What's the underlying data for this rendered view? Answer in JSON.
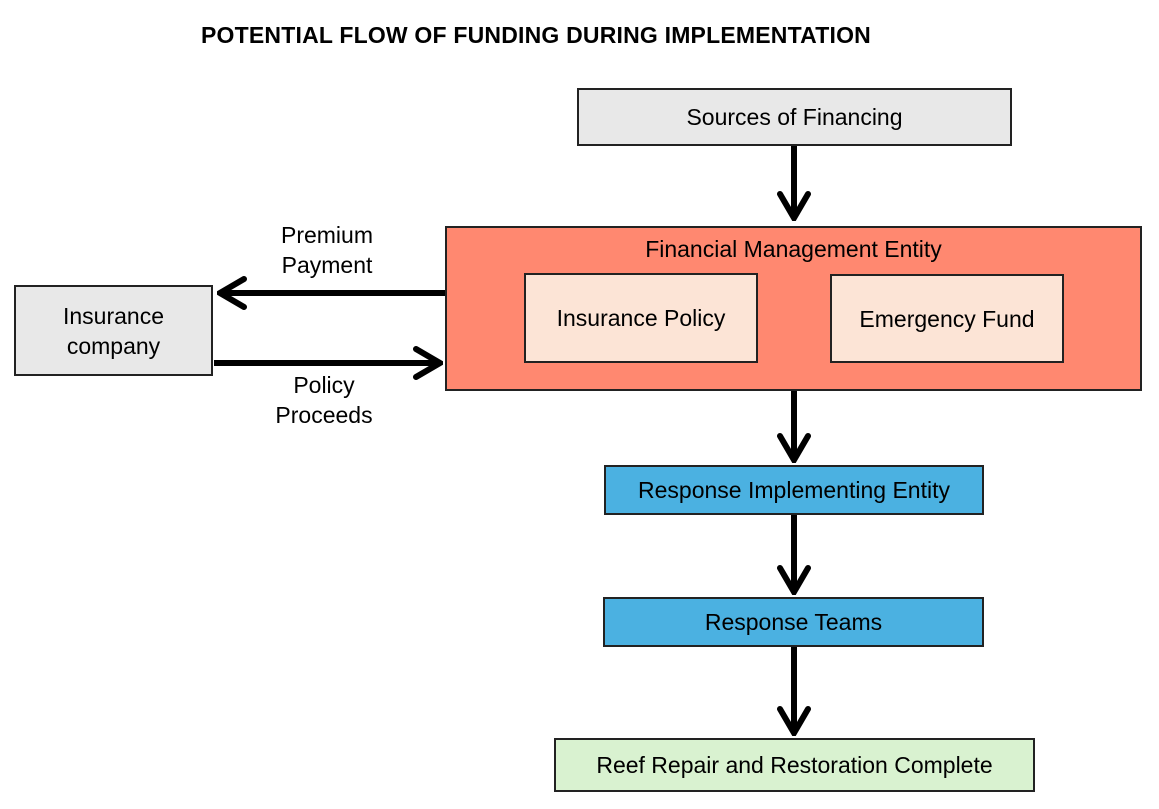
{
  "title": "POTENTIAL FLOW OF FUNDING DURING IMPLEMENTATION",
  "nodes": {
    "sources": "Sources of Financing",
    "financial_management": "Financial Management Entity",
    "insurance_policy": "Insurance Policy",
    "emergency_fund": "Emergency Fund",
    "insurance_company": "Insurance company",
    "response_implementing": "Response Implementing Entity",
    "response_teams": "Response Teams",
    "reef_complete": "Reef Repair and Restoration Complete"
  },
  "edge_labels": {
    "premium_payment": "Premium Payment",
    "policy_proceeds": "Policy Proceeds"
  },
  "colors": {
    "gray_box": "#e8e8e8",
    "fme_fill": "#ff8870",
    "inner_fill": "#fce4d6",
    "blue_box": "#4bb1e1",
    "green_box": "#d9f2d0"
  }
}
